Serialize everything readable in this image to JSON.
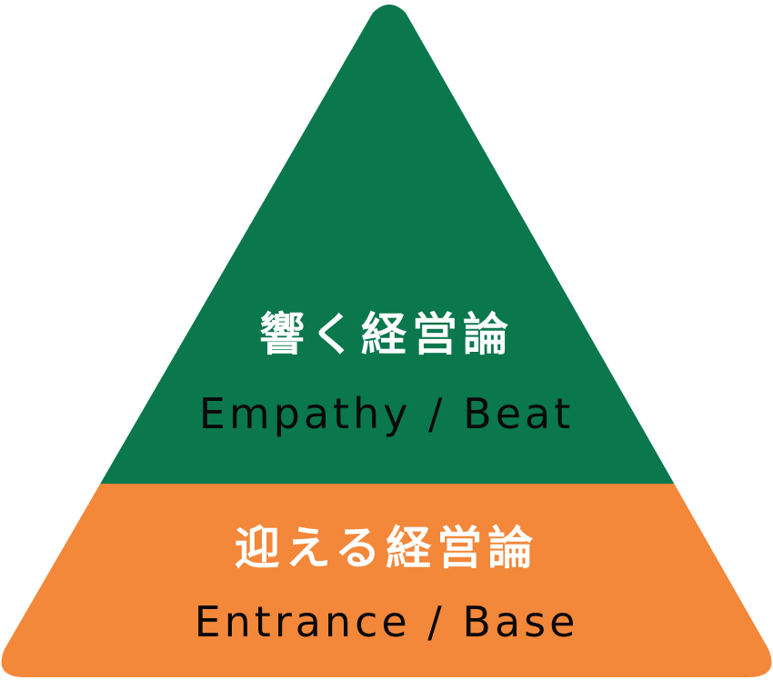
{
  "diagram": {
    "type": "pyramid",
    "levels": [
      {
        "position": "top",
        "title_jp": "響く経営論",
        "title_en": "Empathy / Beat",
        "color": "#0a774d",
        "text_color_jp": "#ffffff",
        "text_color_en": "#0a0a0a"
      },
      {
        "position": "bottom",
        "title_jp": "迎える経営論",
        "title_en": "Entrance / Base",
        "color": "#f3873a",
        "text_color_jp": "#ffffff",
        "text_color_en": "#0a0a0a"
      }
    ]
  }
}
